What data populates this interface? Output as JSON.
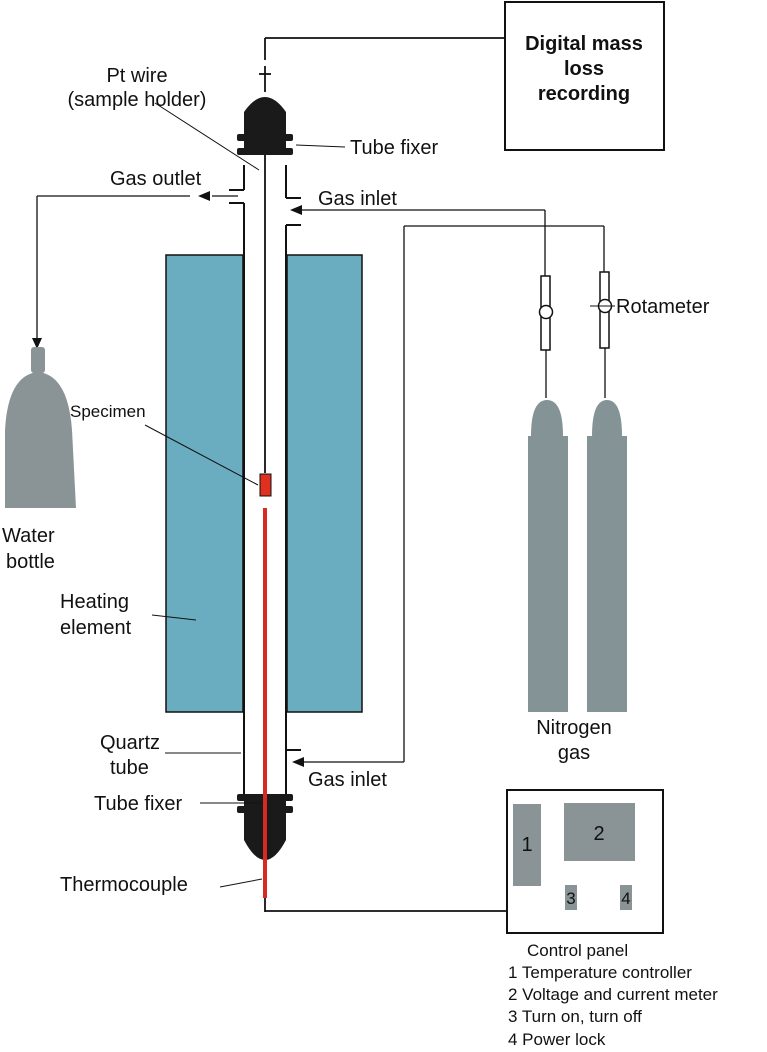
{
  "labels": {
    "pt_wire_line1": "Pt wire",
    "pt_wire_line2": "(sample holder)",
    "tube_fixer_top": "Tube fixer",
    "gas_outlet": "Gas outlet",
    "gas_inlet_top": "Gas inlet",
    "rotameter": "Rotameter",
    "specimen": "Specimen",
    "water_bottle_line1": "Water",
    "water_bottle_line2": "bottle",
    "heating_element_line1": "Heating",
    "heating_element_line2": "element",
    "nitrogen_gas_line1": "Nitrogen",
    "nitrogen_gas_line2": "gas",
    "quartz_tube_line1": "Quartz",
    "quartz_tube_line2": "tube",
    "gas_inlet_bottom": "Gas inlet",
    "tube_fixer_bottom": "Tube fixer",
    "thermocouple": "Thermocouple"
  },
  "recorder": {
    "line1": "Digital mass",
    "line2": "loss",
    "line3": "recording"
  },
  "control_panel": {
    "box1": "1",
    "box2": "2",
    "box3": "3",
    "box4": "4",
    "title": "Control panel",
    "item1": "1 Temperature controller",
    "item2": "2 Voltage and current meter",
    "item3": "3 Turn on, turn off",
    "item4": "4 Power lock"
  },
  "colors": {
    "heating_element": "#6aacc0",
    "gas_cylinder": "#849496",
    "water_bottle": "#8a9496",
    "specimen": "#e03020",
    "thermocouple": "#d82a22",
    "control_box": "#8a9496"
  }
}
